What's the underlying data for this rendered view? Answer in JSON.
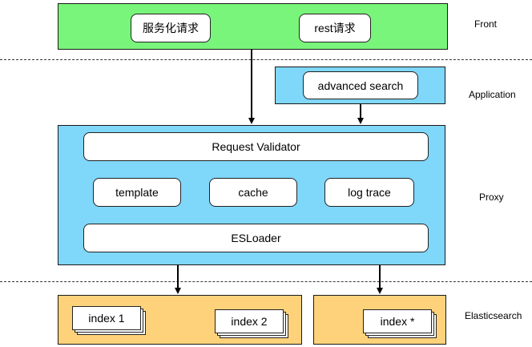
{
  "front": {
    "label": "Front",
    "items": [
      "服务化请求",
      "rest请求"
    ]
  },
  "application": {
    "label": "Application",
    "items": [
      "advanced search"
    ]
  },
  "proxy": {
    "label": "Proxy",
    "validator": "Request Validator",
    "modules": [
      "template",
      "cache",
      "log trace"
    ],
    "loader": "ESLoader"
  },
  "elasticsearch": {
    "label": "Elasticsearch",
    "indices": [
      "index 1",
      "index 2",
      "index *"
    ]
  },
  "colors": {
    "front": "#78f57a",
    "application": "#7fd7fa",
    "proxy": "#7fd7fa",
    "elasticsearch": "#fdd27a"
  }
}
